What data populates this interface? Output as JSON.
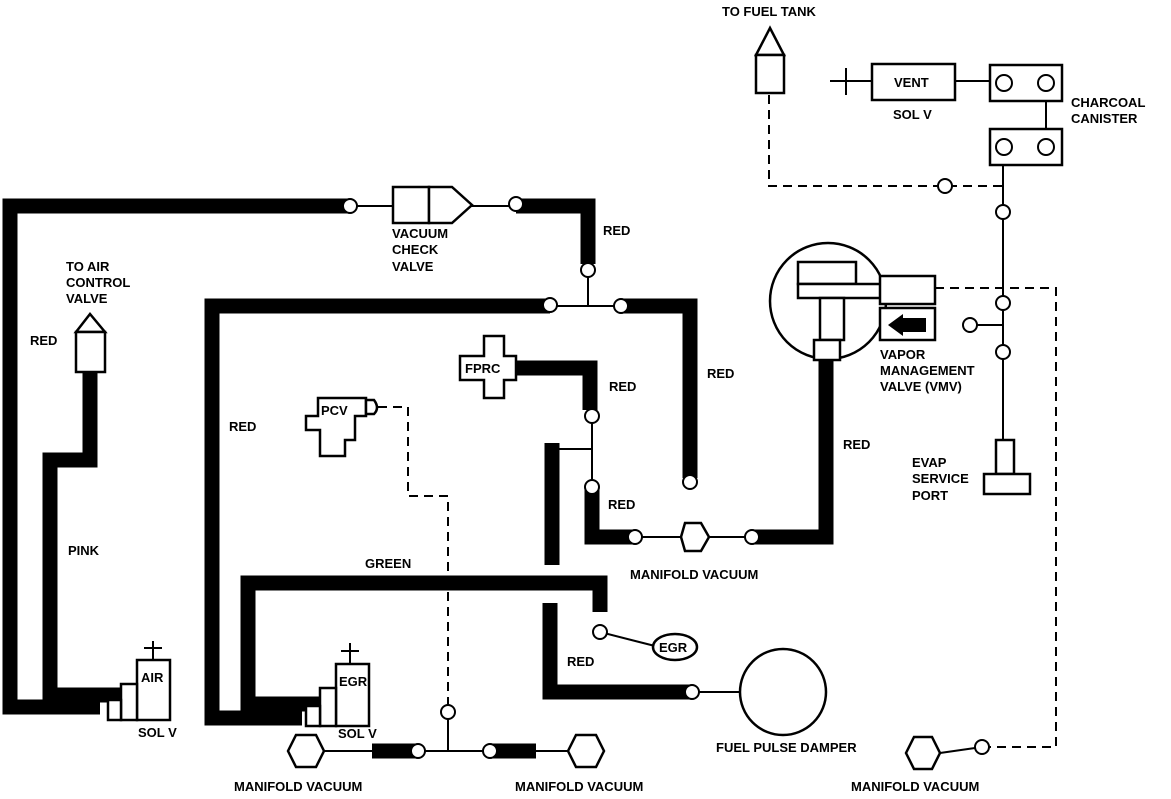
{
  "labels": {
    "to_fuel_tank": "TO FUEL TANK",
    "vent": "VENT",
    "sol_v_vent": "SOL V",
    "charcoal": "CHARCOAL",
    "canister": "CANISTER",
    "vacuum": "VACUUM",
    "check": "CHECK",
    "valve": "VALVE",
    "red_check": "RED",
    "to_air": "TO AIR",
    "control": "CONTROL",
    "valve_air": "VALVE",
    "red_left": "RED",
    "red_inner": "RED",
    "pink": "PINK",
    "fprc": "FPRC",
    "red_fprc": "RED",
    "red_mid": "RED",
    "pcv": "PCV",
    "red_lower": "RED",
    "red_vmv": "RED",
    "vapor": "VAPOR",
    "management": "MANAGEMENT",
    "vmv": "VALVE (VMV)",
    "evap": "EVAP",
    "service": "SERVICE",
    "port": "PORT",
    "green": "GREEN",
    "manifold_vacuum_center": "MANIFOLD VACUUM",
    "egr_valve": "EGR",
    "red_damper": "RED",
    "fuel_pulse_damper": "FUEL PULSE DAMPER",
    "air_sol": "AIR",
    "sol_v_air": "SOL V",
    "egr_sol": "EGR",
    "sol_v_egr": "SOL V",
    "manifold_vacuum_1": "MANIFOLD VACUUM",
    "manifold_vacuum_2": "MANIFOLD VACUUM",
    "manifold_vacuum_3": "MANIFOLD VACUUM"
  }
}
